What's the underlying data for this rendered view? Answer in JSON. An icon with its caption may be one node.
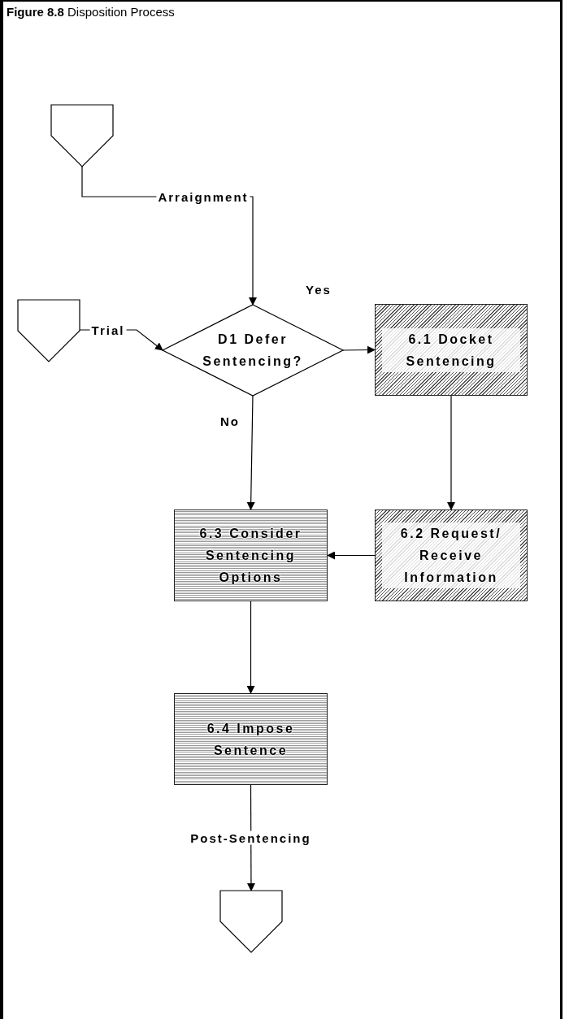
{
  "diagram": {
    "title": "**Figure 8.8** Disposition Process",
    "nodes": [
      {
        "text": [],
        "shape": "pentagon"
      },
      {
        "text": [],
        "shape": "pentagon"
      },
      {
        "text": [
          "D1 Defer Sentencing?"
        ]
      },
      {
        "text": [
          "6.1 Docket Sentencing"
        ]
      },
      {
        "text": [
          "6.2 Request/ Receive Information"
        ]
      },
      {
        "text": [
          "6.3 Consider Sentencing Options"
        ]
      },
      {
        "text": [
          "6.4 Impose Sentence"
        ]
      },
      {
        "text": [],
        "shape": "pentagon"
      }
    ],
    "edges": [
      {
        "from": 0,
        "to": 2,
        "arrow": "to",
        "label": "Arraignment"
      },
      {
        "from": 1,
        "to": 2,
        "arrow": "to",
        "label": "Trial"
      },
      {
        "from": 2,
        "to": 3,
        "arrow": "to",
        "label": "Yes"
      },
      {
        "from": 2,
        "to": 5,
        "arrow": "to",
        "label": "No"
      },
      {
        "from": 3,
        "to": 4,
        "arrow": "to"
      },
      {
        "from": 4,
        "to": 5,
        "arrow": "to"
      },
      {
        "from": 5,
        "to": 6,
        "arrow": "to"
      },
      {
        "from": 6,
        "to": 7,
        "arrow": "to",
        "label": "Post-Sentencing"
      }
    ]
  }
}
